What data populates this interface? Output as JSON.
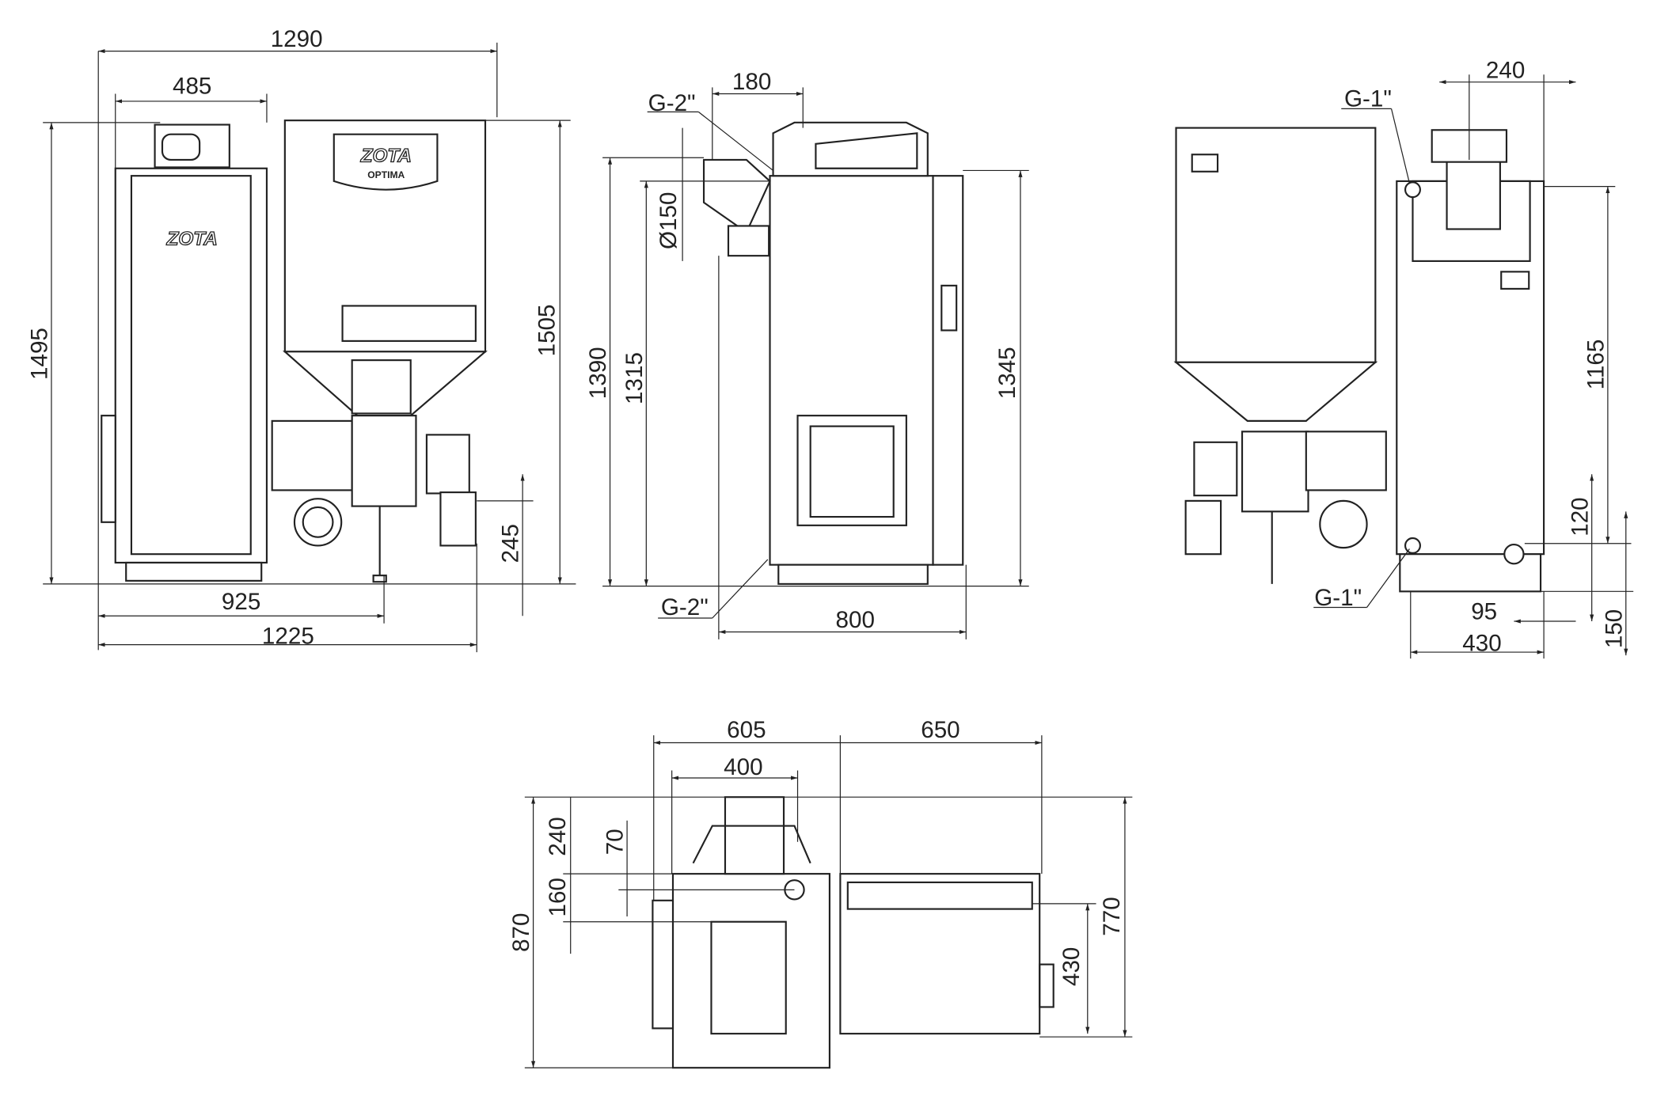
{
  "logos": {
    "brand": "ZOTA",
    "model": "OPTIMA"
  },
  "front_view": {
    "width_total": "1290",
    "boiler_width": "485",
    "height_boiler": "1495",
    "height_total": "1505",
    "burner_offset": "925",
    "depth_total": "1225",
    "leg_height": "245"
  },
  "side_view": {
    "flue_offset": "180",
    "flue_connection": "G-2\"",
    "flue_diameter": "Ø150",
    "height_1": "1390",
    "height_2": "1315",
    "height_3": "1345",
    "depth": "800",
    "return_connection": "G-2\""
  },
  "rear_view": {
    "flue_width": "240",
    "supply_connection": "G-1\"",
    "height_supply": "1165",
    "height_return": "120",
    "base_height": "150",
    "return_offset": "95",
    "width": "430",
    "return_connection": "G-1\""
  },
  "top_view": {
    "boiler_depth": "605",
    "hopper_depth": "650",
    "flue_span": "400",
    "flue_dist": "240",
    "supply_dist": "70",
    "return_dist": "160",
    "total_width": "870",
    "hopper_width": "770",
    "hopper_inner": "430"
  }
}
